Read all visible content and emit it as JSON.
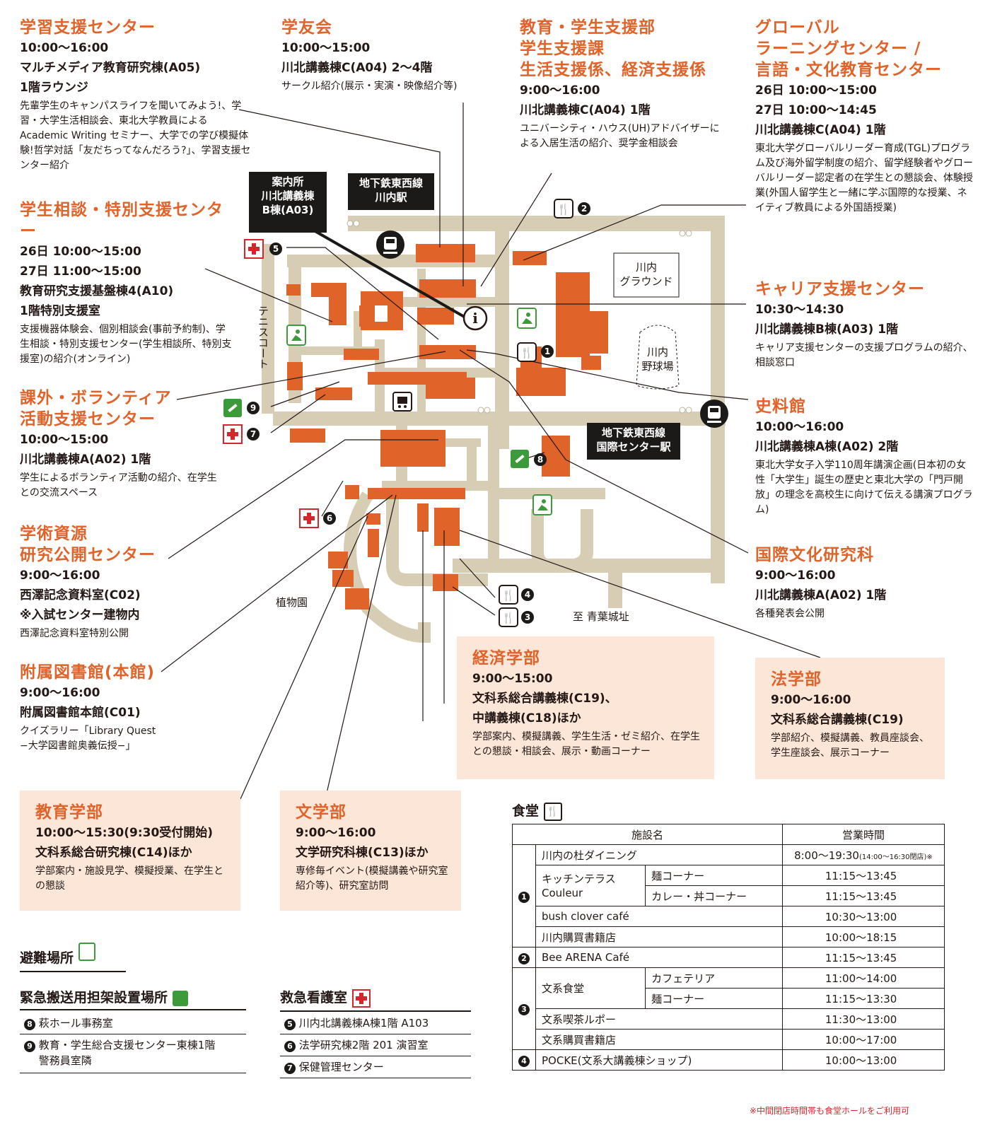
{
  "colors": {
    "accent": "#e0632a",
    "road": "#d7ccb4",
    "building": "#e0632a",
    "box_bg": "#fbe6d8",
    "dark": "#1c1a19"
  },
  "info": {
    "gakushu": {
      "title": "学習支援センター",
      "lines": [
        "10:00〜16:00",
        "マルチメディア教育研究棟(A05)",
        "1階ラウンジ"
      ],
      "desc": "先輩学生のキャンパスライフを聞いてみよう!、学習・大学生活相談会、東北大学教員によるAcademic Writing セミナー、大学での学び模擬体験!哲学対話「友だちってなんだろう?」、学習支援センター紹介"
    },
    "gakuyu": {
      "title": "学友会",
      "lines": [
        "10:00〜15:00",
        "川北講義棟C(A04) 2〜4階"
      ],
      "desc": "サークル紹介(展示・実演・映像紹介等)"
    },
    "kyoiku_gakusei": {
      "title": "教育・学生支援部\n学生支援課\n生活支援係、経済支援係",
      "lines": [
        "9:00〜16:00",
        "川北講義棟C(A04) 1階"
      ],
      "desc": "ユニバーシティ・ハウス(UH)アドバイザーによる入居生活の紹介、奨学金相談会"
    },
    "global": {
      "title": "グローバル\nラーニングセンター /\n言語・文化教育センター",
      "lines": [
        "26日 10:00〜15:00",
        "27日 10:00〜14:45",
        "川北講義棟C(A04) 1階"
      ],
      "desc": "東北大学グローバルリーダー育成(TGL)プログラム及び海外留学制度の紹介、留学経験者やグローバルリーダー認定者の在学生との懇談会、体験授業(外国人留学生と一緒に学ぶ国際的な授業、ネイティブ教員による外国語授業)"
    },
    "gakusei_sodan": {
      "title": "学生相談・特別支援センター",
      "lines": [
        "26日 10:00〜15:00",
        "27日 11:00〜15:00",
        "教育研究支援基盤棟4(A10)",
        "1階特別支援室"
      ],
      "desc": "支援機器体験会、個別相談会(事前予約制)、学生相談・特別支援センター(学生相談所、特別支援室)の紹介(オンライン)"
    },
    "career": {
      "title": "キャリア支援センター",
      "lines": [
        "10:30〜14:30",
        "川北講義棟B棟(A03) 1階"
      ],
      "desc": "キャリア支援センターの支援プログラムの紹介、相談窓口"
    },
    "kagai": {
      "title": "課外・ボランティア\n活動支援センター",
      "lines": [
        "10:00〜15:00",
        "川北講義棟A(A02) 1階"
      ],
      "desc": "学生によるボランティア活動の紹介、在学生との交流スペース"
    },
    "shiryo": {
      "title": "史料館",
      "lines": [
        "10:00〜16:00",
        "川北講義棟A棟(A02) 2階"
      ],
      "desc": "東北大学女子入学110周年講演企画(日本初の女性「大学生」誕生の歴史と東北大学の「門戸開放」の理念を高校生に向けて伝える講演プログラム)"
    },
    "gakujutsu": {
      "title": "学術資源\n研究公開センター",
      "lines": [
        "9:00〜16:00",
        "西澤記念資料室(C02)",
        "※入試センター建物内"
      ],
      "desc": "西澤記念資料室特別公開"
    },
    "kokusai": {
      "title": "国際文化研究科",
      "lines": [
        "9:00〜16:00",
        "川北講義棟A(A02) 1階"
      ],
      "desc": "各種発表会公開"
    },
    "toshokan": {
      "title": "附属図書館(本館)",
      "lines": [
        "9:00〜16:00",
        "附属図書館本館(C01)"
      ],
      "desc": "クイズラリー「Library Quest\n−大学図書館奥義伝授−」"
    }
  },
  "faculties": {
    "keizai": {
      "title": "経済学部",
      "lines": [
        "9:00〜15:00",
        "文科系総合講義棟(C19)、",
        "中講義棟(C18)ほか"
      ],
      "desc": "学部案内、模擬講義、学生生活・ゼミ紹介、在学生との懇談・相談会、展示・動画コーナー"
    },
    "hogaku": {
      "title": "法学部",
      "lines": [
        "9:00〜16:00",
        "文科系総合講義棟(C19)"
      ],
      "desc": "学部紹介、模擬講義、教員座談会、学生座談会、展示コーナー"
    },
    "kyoiku": {
      "title": "教育学部",
      "lines": [
        "10:00〜15:30(9:30受付開始)",
        "文科系総合研究棟(C14)ほか"
      ],
      "desc": "学部案内・施設見学、模擬授業、在学生との懇談"
    },
    "bungaku": {
      "title": "文学部",
      "lines": [
        "9:00〜16:00",
        "文学研究科棟(C13)ほか"
      ],
      "desc": "専修毎イベント(模擬講義や研究室紹介等)、研究室訪問"
    }
  },
  "map_labels": {
    "annai": "案内所\n川北講義棟\nB棟(A03)",
    "kawauchi_station": "地下鉄東西線\n川内駅",
    "kokusai_station": "地下鉄東西線\n国際センター駅",
    "ground": "川内\nグラウンド",
    "baseball": "川内\n野球場",
    "tennis": "テニスコート",
    "garden": "植物園",
    "aoba": "至 青葉城址",
    "markers": [
      "1",
      "2",
      "3",
      "4",
      "5",
      "6",
      "7",
      "8",
      "9"
    ],
    "icons": [
      "restaurant-icon",
      "first-aid-icon",
      "stretcher-icon",
      "evacuation-icon",
      "train-icon",
      "bus-icon",
      "info-icon"
    ]
  },
  "dining": {
    "title": "食堂",
    "headers": [
      "施設名",
      "営業時間"
    ],
    "rows": [
      {
        "num": "1",
        "name": "川内の杜ダイニング",
        "sub": "",
        "time": "8:00〜19:30",
        "time_note": "(14:00〜16:30閉店)※"
      },
      {
        "num": "",
        "name": "キッチンテラス\nCouleur",
        "sub": "麺コーナー",
        "time": "11:15〜13:45"
      },
      {
        "num": "",
        "name": "",
        "sub": "カレー・丼コーナー",
        "time": "11:15〜13:45"
      },
      {
        "num": "",
        "name": "bush clover café",
        "sub": "",
        "time": "10:30〜13:00"
      },
      {
        "num": "",
        "name": "川内購買書籍店",
        "sub": "",
        "time": "10:00〜18:15"
      },
      {
        "num": "2",
        "name": "Bee ARENA Café",
        "sub": "",
        "time": "11:15〜13:45"
      },
      {
        "num": "3",
        "name": "文系食堂",
        "sub": "カフェテリア",
        "time": "11:00〜14:00"
      },
      {
        "num": "",
        "name": "",
        "sub": "麺コーナー",
        "time": "11:15〜13:30"
      },
      {
        "num": "",
        "name": "文系喫茶ルポー",
        "sub": "",
        "time": "11:30〜13:00"
      },
      {
        "num": "",
        "name": "文系購買書籍店",
        "sub": "",
        "time": "10:00〜17:00"
      },
      {
        "num": "4",
        "name": "POCKE(文系大講義棟ショップ)",
        "sub": "",
        "time": "10:00〜13:00"
      }
    ],
    "note": "※中間閉店時間帯も食堂ホールをご利用可"
  },
  "legend": {
    "hinan": "避難場所",
    "tanka_title": "緊急搬送用担架設置場所",
    "tanka": [
      {
        "num": "8",
        "text": "萩ホール事務室"
      },
      {
        "num": "9",
        "text": "教育・学生総合支援センター東棟1階\n警務員室隣"
      }
    ],
    "kyukyu_title": "救急看護室",
    "kyukyu": [
      {
        "num": "5",
        "text": "川内北講義棟A棟1階 A103"
      },
      {
        "num": "6",
        "text": "法学研究棟2階 201 演習室"
      },
      {
        "num": "7",
        "text": "保健管理センター"
      }
    ]
  }
}
